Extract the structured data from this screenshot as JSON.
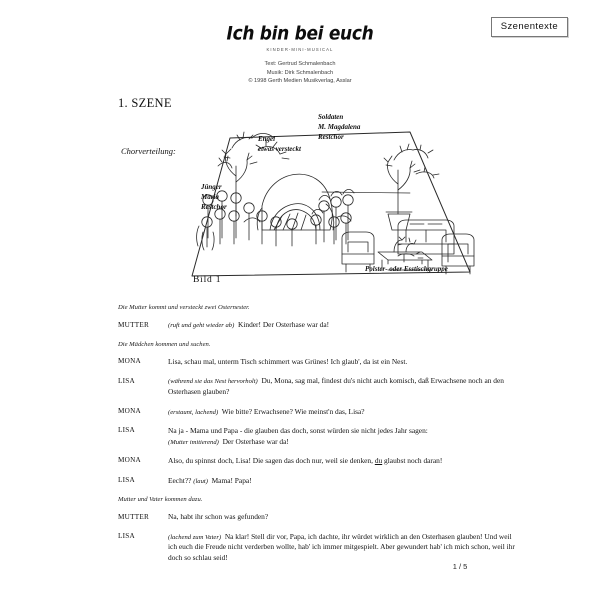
{
  "header": {
    "tag_label": "Szenentexte",
    "title": "Ich bin bei euch",
    "subtitle": "KINDER-MINI-MUSICAL",
    "credit_text": "Text: Gertrud Schmalenbach",
    "credit_music": "Musik: Dirk Schmalenbach",
    "credit_copyright": "© 1998 Gerth Medien Musikverlag, Asslar"
  },
  "scene": {
    "heading": "1. SZENE",
    "chorus_label": "Chorverteilung:"
  },
  "illustration": {
    "caption": "Bild 1",
    "labels": {
      "left_group": "Jünger\nMaria\nRestchor",
      "left_group_line1": "Jünger",
      "left_group_line2": "Maria",
      "left_group_line3": "Restchor",
      "angel_line1": "Engel",
      "angel_line2": "etwas versteckt",
      "soldiers_line1": "Soldaten",
      "soldiers_line2": "M. Magdalena",
      "soldiers_line3": "Restchor",
      "furniture": "Polster- oder Esstischgruppe"
    }
  },
  "script": {
    "blocks": [
      {
        "type": "stage",
        "text": "Die Mutter kommt und versteckt zwei Osternester."
      },
      {
        "type": "line",
        "speaker": "MUTTER",
        "direction": "(ruft und geht wieder ab)",
        "text": "Kinder! Der Osterhase war da!"
      },
      {
        "type": "stage",
        "text": "Die Mädchen kommen und suchen."
      },
      {
        "type": "line",
        "speaker": "MONA",
        "direction": "",
        "text": "Lisa, schau mal, unterm Tisch schimmert was Grünes! Ich glaub', da ist ein Nest."
      },
      {
        "type": "line",
        "speaker": "LISA",
        "direction": "(während sie das Nest hervorholt)",
        "text": "Du, Mona, sag mal, findest du's nicht auch komisch, daß Erwachsene noch an den Osterhasen glauben?"
      },
      {
        "type": "line",
        "speaker": "MONA",
        "direction": "(erstaunt, lachend)",
        "text": "Wie bitte? Erwachsene? Wie meinst'n das, Lisa?"
      },
      {
        "type": "line",
        "speaker": "LISA",
        "direction": "",
        "text": "Na ja - Mama und Papa - die glauben das doch, sonst würden sie nicht jedes Jahr sagen:",
        "direction2": "(Mutter imitierend)",
        "text2": "Der Osterhase war da!"
      },
      {
        "type": "line",
        "speaker": "MONA",
        "direction": "",
        "text_pre": "Also, du spinnst doch, Lisa! Die sagen das doch nur, weil sie denken, ",
        "text_underline": "du",
        "text_post": " glaubst noch daran!"
      },
      {
        "type": "line",
        "speaker": "LISA",
        "direction": "(laut)",
        "text_pre": "Eecht??",
        "text": "Mama! Papa!"
      },
      {
        "type": "stage",
        "text": "Mutter und Vater kommen dazu."
      },
      {
        "type": "line",
        "speaker": "MUTTER",
        "direction": "",
        "text": "Na, habt ihr schon was gefunden?"
      },
      {
        "type": "line",
        "speaker": "LISA",
        "direction": "(lachend zum Vater)",
        "text": "Na klar! Stell dir vor, Papa, ich dachte, ihr würdet wirklich an den Osterhasen glauben! Und weil ich euch die Freude nicht verderben wollte, hab' ich immer mitgespielt. Aber gewundert hab' ich mich schon, weil ihr doch so schlau seid!"
      }
    ]
  },
  "footer": {
    "page_number": "1 / 5"
  }
}
